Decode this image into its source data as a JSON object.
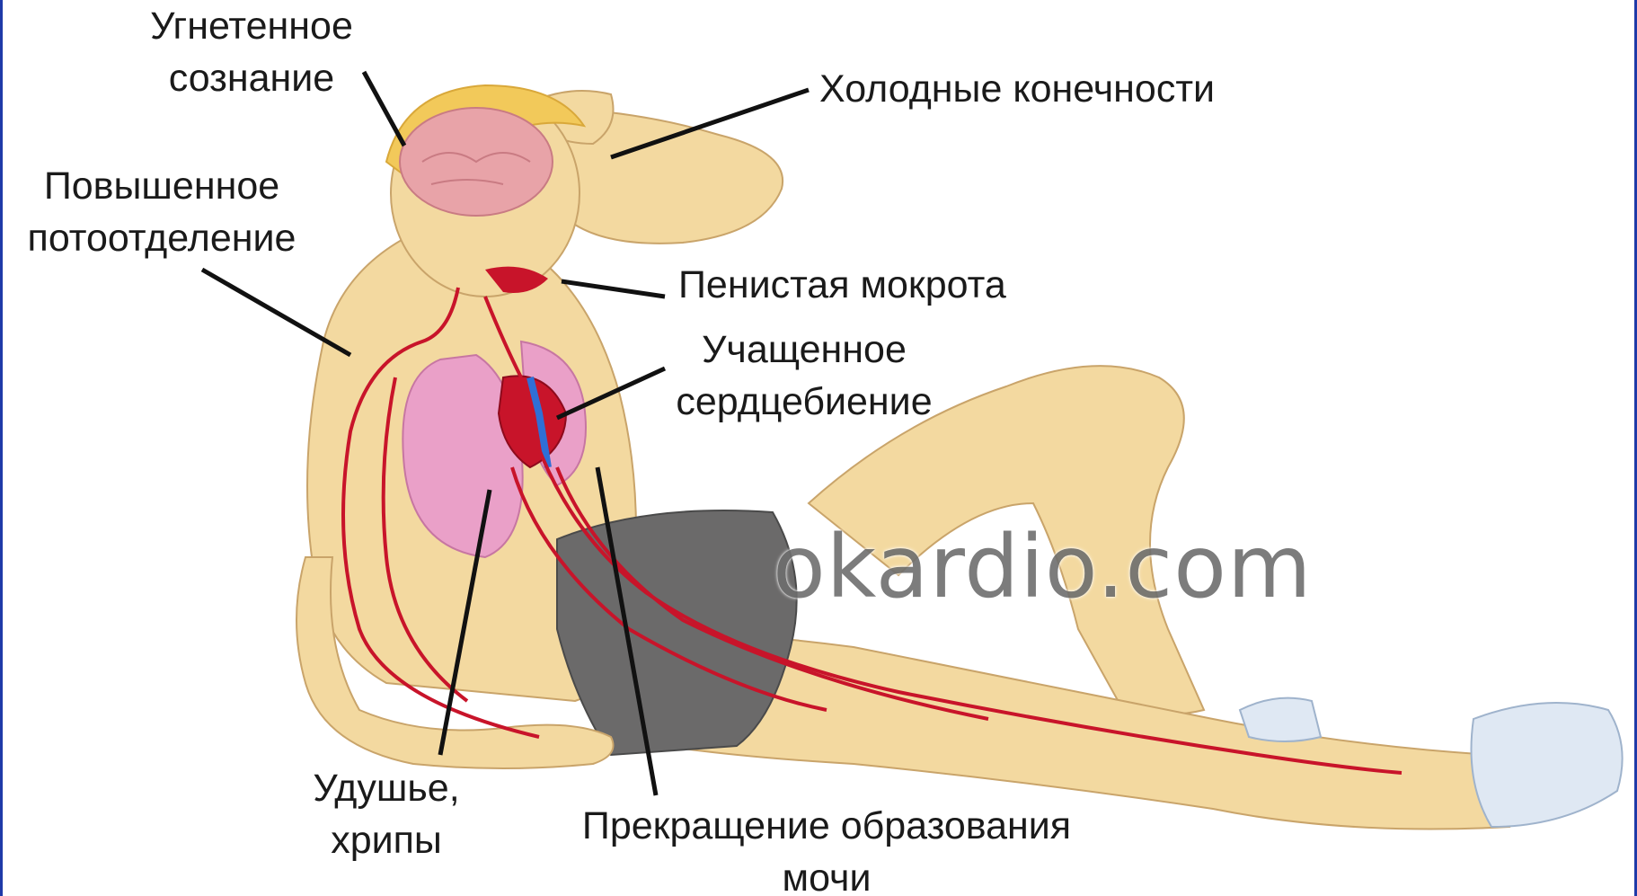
{
  "labels": {
    "depressed_consciousness": [
      "Угнетенное",
      "сознание"
    ],
    "cold_extremities": "Холодные конечности",
    "increased_sweating": [
      "Повышенное",
      "потоотделение"
    ],
    "foamy_sputum": "Пенистая мокрота",
    "rapid_heartbeat": [
      "Учащенное",
      "сердцебиение"
    ],
    "suffocation": [
      "Удушье,",
      "хрипы"
    ],
    "urine_cessation": [
      "Прекращение образования",
      "мочи"
    ]
  },
  "watermark": "okardio.com",
  "colors": {
    "frame": "#1f3aa8",
    "skin": "#f3d9a0",
    "skin_outline": "#c9a46a",
    "hair": "#f2c95a",
    "brain": "#e8a3a8",
    "lungs": "#eaa0c8",
    "vessels": "#c8142a",
    "veins": "#2f6fd6",
    "shorts": "#6b6a6a",
    "shoes": "#dfe8f3",
    "leader_lines": "#111111",
    "text": "#1a1a1a",
    "watermark": "#6e6e6e"
  },
  "figure": {
    "description_icon": "seated-person-anatomy-illustration"
  }
}
